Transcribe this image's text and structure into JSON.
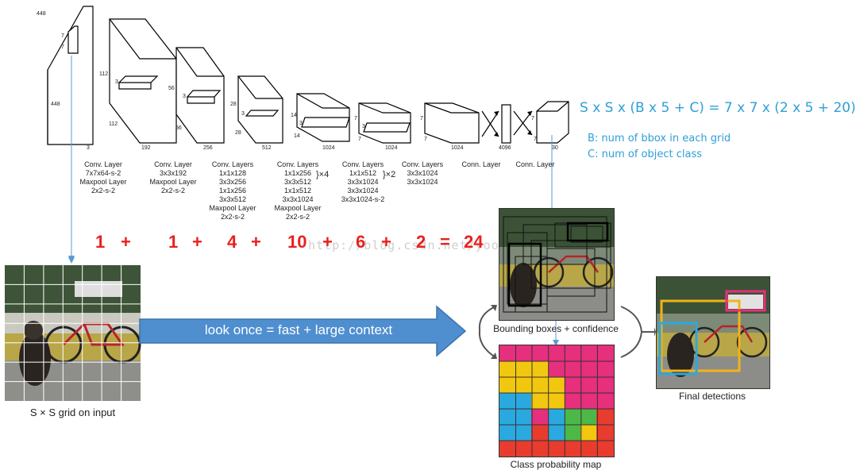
{
  "network": {
    "input_dims": {
      "side_a": "448",
      "side_b": "448",
      "kernel_a": "7",
      "kernel_b": "7",
      "depth": "3"
    },
    "blocks": [
      {
        "k": "3",
        "dim": "112",
        "depth": "192"
      },
      {
        "k": "3",
        "dim": "56",
        "depth": "256"
      },
      {
        "k": "3",
        "dim": "28",
        "depth": "512"
      },
      {
        "k": "3",
        "dim": "14",
        "depth": "1024"
      },
      {
        "k": "3",
        "dim": "7",
        "depth": "1024"
      },
      {
        "k": "",
        "dim": "7",
        "depth": "1024"
      },
      {
        "k": "",
        "dim": "",
        "depth": "4096"
      },
      {
        "k": "",
        "dim": "7",
        "depth": "30"
      }
    ],
    "layer_labels": [
      "Conv. Layer\n7x7x64-s-2\nMaxpool Layer\n2x2-s-2",
      "Conv. Layer\n3x3x192\nMaxpool Layer\n2x2-s-2",
      "Conv. Layers\n1x1x128\n3x3x256\n1x1x256\n3x3x512\nMaxpool Layer\n2x2-s-2",
      "Conv. Layers\n1x1x256\n3x3x512\n1x1x512\n3x3x1024\nMaxpool Layer\n2x2-s-2",
      "Conv. Layers\n1x1x512\n3x3x1024\n3x3x1024\n3x3x1024-s-2",
      "Conv. Layers\n3x3x1024\n3x3x1024",
      "Conn. Layer",
      "Conn. Layer"
    ],
    "repeat_marks": [
      "}×4",
      "}×2"
    ]
  },
  "formula": {
    "main": "S x S x (B x 5 + C) = 7 x 7 x (2 x 5 + 20)",
    "note_b": "B: num of bbox in each grid",
    "note_c": "C: num of object class"
  },
  "counts": [
    "1",
    "+",
    "1",
    "+",
    "4",
    "+",
    "10",
    "+",
    "6",
    "+",
    "2",
    "=",
    "24"
  ],
  "watermark": "http://blog.csdn.net/yooyo",
  "pipeline": {
    "arrow_text": "look once = fast + large context",
    "grid_caption": "S × S grid on input",
    "bbox_caption": "Bounding boxes + confidence",
    "class_caption": "Class probability map",
    "final_caption": "Final detections"
  },
  "colors": {
    "formula_blue": "#2e9fd8",
    "count_red": "#e8211f",
    "arrow_blue": "#4f8fd0",
    "class_magenta": "#e62f7d",
    "class_yellow": "#f2c70f",
    "class_cyan": "#2aa9e0",
    "class_green": "#4cb848",
    "class_red": "#e83c2e"
  }
}
